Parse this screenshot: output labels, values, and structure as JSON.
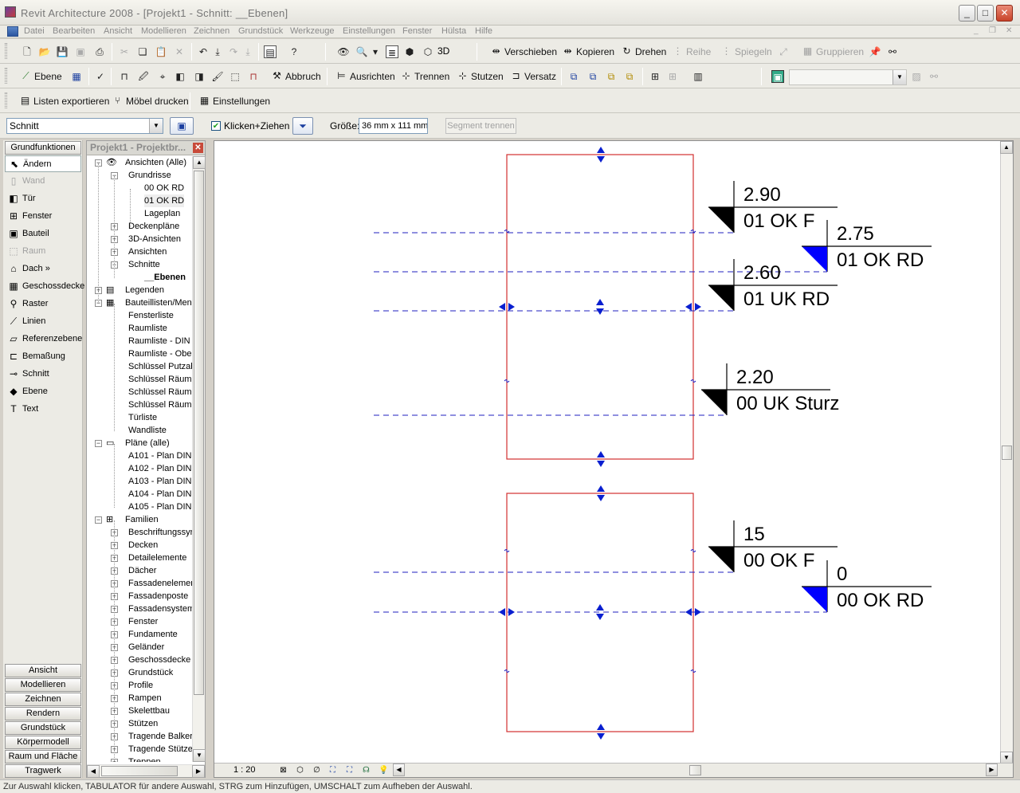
{
  "window": {
    "title": "Revit Architecture 2008 - [Projekt1 - Schnitt: __Ebenen]",
    "controls": [
      "_",
      "□",
      "✕"
    ]
  },
  "menu": [
    "Datei",
    "Bearbeiten",
    "Ansicht",
    "Modellieren",
    "Zeichnen",
    "Grundstück",
    "Werkzeuge",
    "Einstellungen",
    "Fenster",
    "Hülsta",
    "Hilfe"
  ],
  "toolbar1": {
    "dim3d": "3D",
    "move": "Verschieben",
    "copy": "Kopieren",
    "rotate": "Drehen",
    "array": "Reihe",
    "mirror": "Spiegeln",
    "group": "Gruppieren"
  },
  "toolbar2": {
    "level": "Ebene",
    "demolish": "Abbruch",
    "align": "Ausrichten",
    "split": "Trennen",
    "trim": "Stutzen",
    "offset": "Versatz"
  },
  "toolbar3": {
    "export_lists": "Listen exportieren",
    "print_furniture": "Möbel drucken",
    "settings": "Einstellungen"
  },
  "options": {
    "type_value": "Schnitt",
    "drag_label": "Klicken+Ziehen",
    "size_label": "Größe:",
    "size_value": "36 mm x 111 mm",
    "segment_button": "Segment trennen"
  },
  "palette": {
    "header": "Grundfunktionen",
    "items": [
      {
        "label": "Ändern",
        "icon": "cursor-arrow-icon",
        "active": true
      },
      {
        "label": "Wand",
        "icon": "wall-icon",
        "disabled": true
      },
      {
        "label": "Tür",
        "icon": "door-icon"
      },
      {
        "label": "Fenster",
        "icon": "window-icon"
      },
      {
        "label": "Bauteil",
        "icon": "component-icon"
      },
      {
        "label": "Raum",
        "icon": "room-icon",
        "disabled": true
      },
      {
        "label": "Dach »",
        "icon": "roof-icon"
      },
      {
        "label": "Geschossdecke",
        "icon": "floor-icon"
      },
      {
        "label": "Raster",
        "icon": "grid-icon"
      },
      {
        "label": "Linien",
        "icon": "lines-icon"
      },
      {
        "label": "Referenzebene",
        "icon": "reference-plane-icon"
      },
      {
        "label": "Bemaßung",
        "icon": "dimension-icon"
      },
      {
        "label": "Schnitt",
        "icon": "section-icon"
      },
      {
        "label": "Ebene",
        "icon": "level-icon"
      },
      {
        "label": "Text",
        "icon": "text-icon"
      }
    ],
    "tabs": [
      "Ansicht",
      "Modellieren",
      "Zeichnen",
      "Rendern",
      "Grundstück",
      "Körpermodell",
      "Raum und Fläche",
      "Tragwerk"
    ]
  },
  "browser": {
    "title": "Projekt1 - Projektbr...",
    "nodes": [
      {
        "label": "Ansichten (Alle)",
        "level": 0,
        "exp": "-",
        "icon": "eye-icon"
      },
      {
        "label": "Grundrisse",
        "level": 1,
        "exp": "-"
      },
      {
        "label": "00 OK RD",
        "level": 2
      },
      {
        "label": "01 OK RD",
        "level": 2,
        "selected": true
      },
      {
        "label": "Lageplan",
        "level": 2
      },
      {
        "label": "Deckenpläne",
        "level": 1,
        "exp": "+"
      },
      {
        "label": "3D-Ansichten",
        "level": 1,
        "exp": "+"
      },
      {
        "label": "Ansichten",
        "level": 1,
        "exp": "+"
      },
      {
        "label": "Schnitte",
        "level": 1,
        "exp": "-"
      },
      {
        "label": "__Ebenen",
        "level": 2,
        "bold": true
      },
      {
        "label": "Legenden",
        "level": 0,
        "exp": "+",
        "icon": "legend-icon"
      },
      {
        "label": "Bauteillisten/Men",
        "level": 0,
        "exp": "-",
        "icon": "schedule-icon"
      },
      {
        "label": "Fensterliste",
        "level": 1
      },
      {
        "label": "Raumliste",
        "level": 1
      },
      {
        "label": "Raumliste - DIN",
        "level": 1
      },
      {
        "label": "Raumliste - Ober",
        "level": 1
      },
      {
        "label": "Schlüssel Putzab",
        "level": 1
      },
      {
        "label": "Schlüssel Räume",
        "level": 1
      },
      {
        "label": "Schlüssel Räume",
        "level": 1
      },
      {
        "label": "Schlüssel Räume",
        "level": 1
      },
      {
        "label": "Türliste",
        "level": 1
      },
      {
        "label": "Wandliste",
        "level": 1
      },
      {
        "label": "Pläne (alle)",
        "level": 0,
        "exp": "-",
        "icon": "sheet-icon"
      },
      {
        "label": "A101 - Plan DIN",
        "level": 1
      },
      {
        "label": "A102 - Plan DIN",
        "level": 1
      },
      {
        "label": "A103 - Plan DIN",
        "level": 1
      },
      {
        "label": "A104 - Plan DIN",
        "level": 1
      },
      {
        "label": "A105 - Plan DIN",
        "level": 1
      },
      {
        "label": "Familien",
        "level": 0,
        "exp": "-",
        "icon": "family-icon"
      },
      {
        "label": "Beschriftungssyr",
        "level": 1,
        "exp": "+"
      },
      {
        "label": "Decken",
        "level": 1,
        "exp": "+"
      },
      {
        "label": "Detailelemente",
        "level": 1,
        "exp": "+"
      },
      {
        "label": "Dächer",
        "level": 1,
        "exp": "+"
      },
      {
        "label": "Fassadenelemer",
        "level": 1,
        "exp": "+"
      },
      {
        "label": "Fassadenposte",
        "level": 1,
        "exp": "+"
      },
      {
        "label": "Fassadensystem",
        "level": 1,
        "exp": "+"
      },
      {
        "label": "Fenster",
        "level": 1,
        "exp": "+"
      },
      {
        "label": "Fundamente",
        "level": 1,
        "exp": "+"
      },
      {
        "label": "Geländer",
        "level": 1,
        "exp": "+"
      },
      {
        "label": "Geschossdecke",
        "level": 1,
        "exp": "+"
      },
      {
        "label": "Grundstück",
        "level": 1,
        "exp": "+"
      },
      {
        "label": "Profile",
        "level": 1,
        "exp": "+"
      },
      {
        "label": "Rampen",
        "level": 1,
        "exp": "+"
      },
      {
        "label": "Skelettbau",
        "level": 1,
        "exp": "+"
      },
      {
        "label": "Stützen",
        "level": 1,
        "exp": "+"
      },
      {
        "label": "Tragende Balker",
        "level": 1,
        "exp": "+"
      },
      {
        "label": "Tragende Stütze",
        "level": 1,
        "exp": "+"
      },
      {
        "label": "Treppen",
        "level": 1,
        "exp": "+"
      }
    ]
  },
  "levels": [
    {
      "value": "2.90",
      "name": "01 OK F"
    },
    {
      "value": "2.75",
      "name": "01 OK RD"
    },
    {
      "value": "2.60",
      "name": "01 UK RD"
    },
    {
      "value": "2.20",
      "name": "00 UK Sturz"
    },
    {
      "value": "15",
      "name": "00 OK F"
    },
    {
      "value": "0",
      "name": "00 OK RD"
    }
  ],
  "viewbar": {
    "scale": "1 : 20"
  },
  "status": "Zur Auswahl klicken, TABULATOR für andere Auswahl, STRG zum Hinzufügen, UMSCHALT zum Aufheben der Auswahl.",
  "colors": {
    "level_line": "#1f1fbf",
    "crop": "#d23030",
    "accent_blue": "#0000ff"
  }
}
